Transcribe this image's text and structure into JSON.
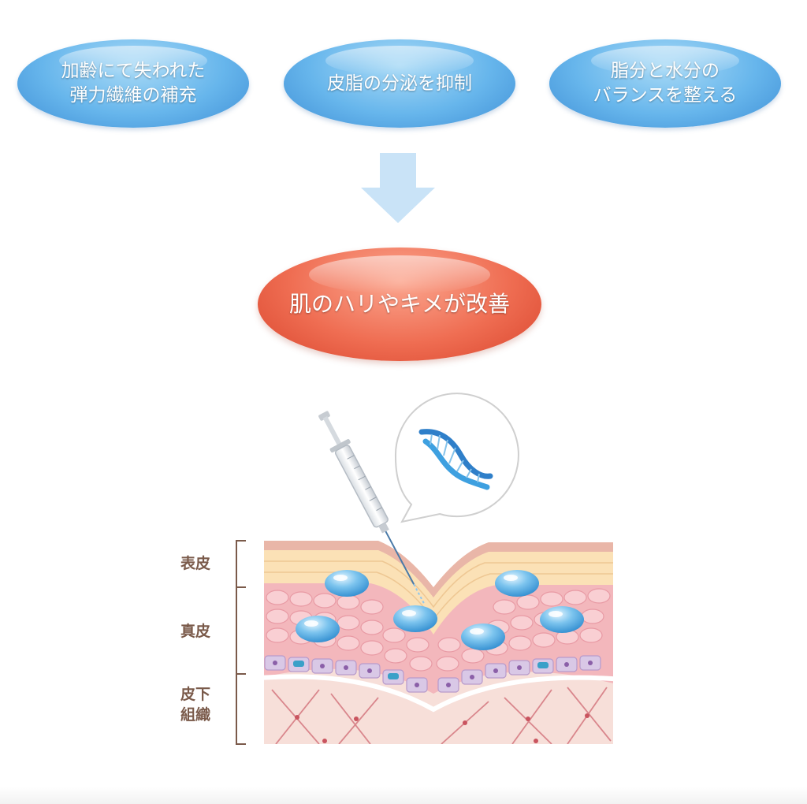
{
  "benefits": [
    {
      "lines": [
        "加齢にて失われた",
        "弾力繊維の補充"
      ]
    },
    {
      "lines": [
        "皮脂の分泌を抑制"
      ]
    },
    {
      "lines": [
        "脂分と水分の",
        "バランスを整える"
      ]
    }
  ],
  "result": {
    "text": "肌のハリやキメが改善"
  },
  "layers": {
    "epidermis": "表皮",
    "dermis": "真皮",
    "subcutaneous_line1": "皮下",
    "subcutaneous_line2": "組織"
  },
  "colors": {
    "benefit_pill": "#5aa9e6",
    "result_pill": "#ec6a4f",
    "arrow": "#c9e3f7",
    "label_text": "#7a5a4a",
    "droplet": "#5fb0e4"
  },
  "icons": [
    "down-arrow-icon",
    "syringe-icon",
    "dna-icon",
    "water-droplet-icon"
  ]
}
